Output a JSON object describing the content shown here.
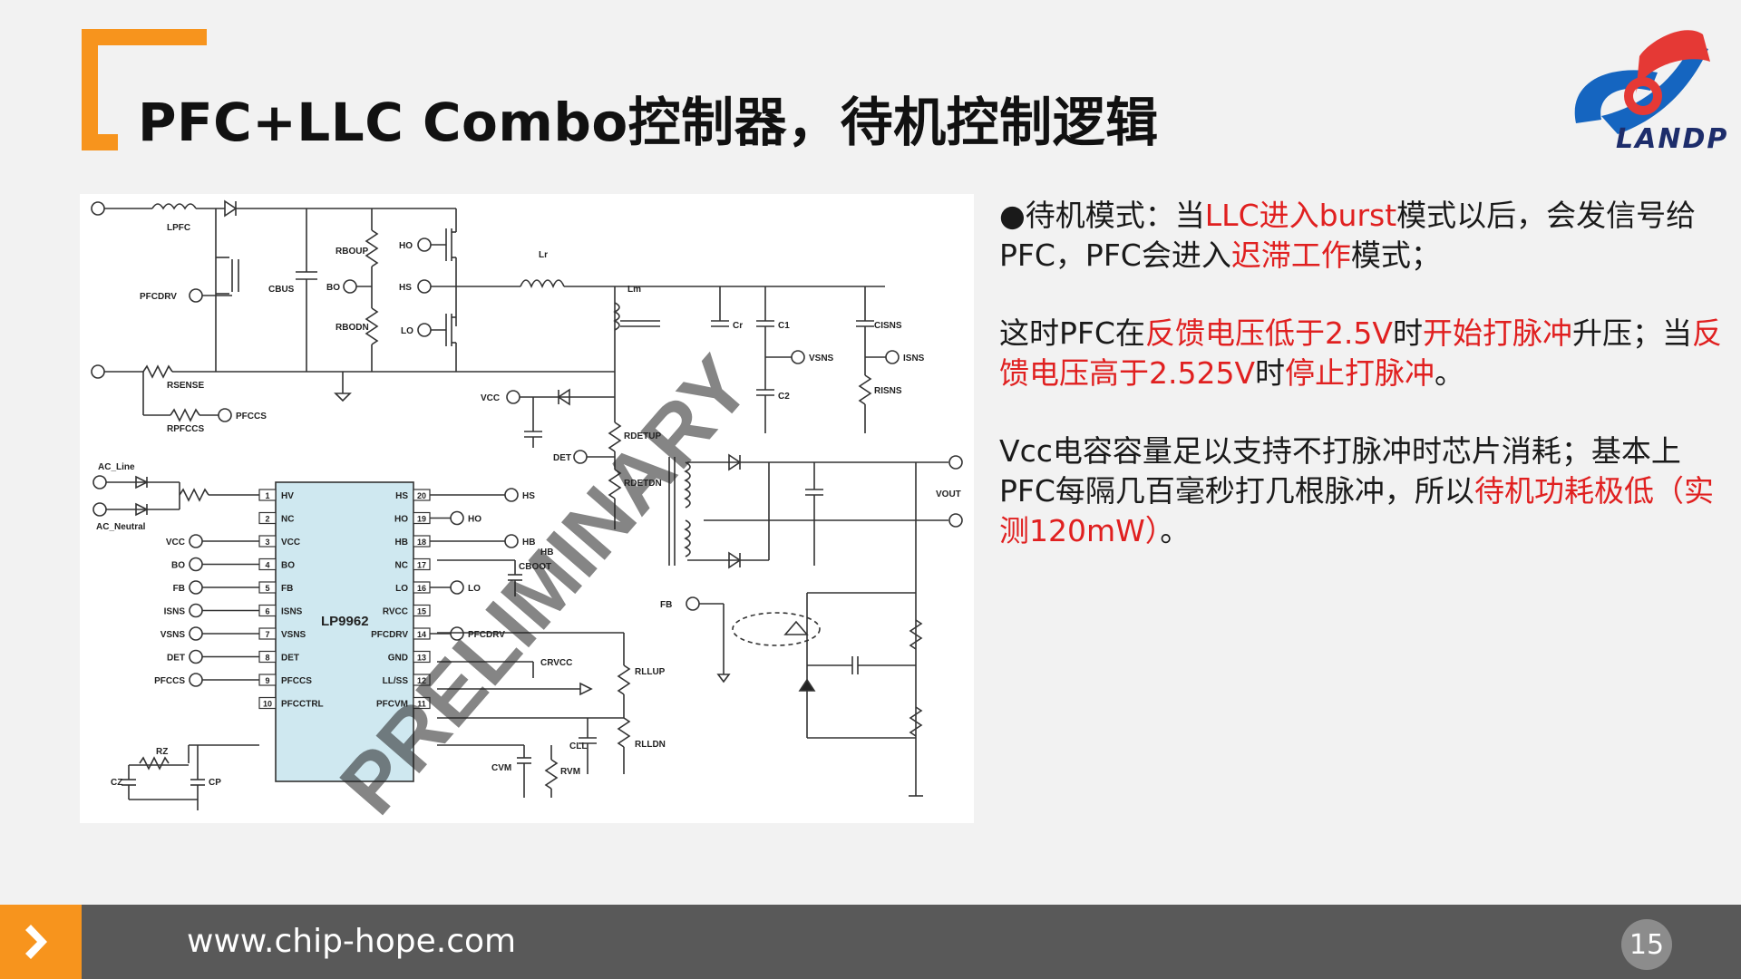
{
  "slide": {
    "title": "PFC+LLC Combo控制器，待机控制逻辑",
    "logo_text": "LANDP",
    "page_number": "15",
    "footer_url": "www.chip-hope.com",
    "colors": {
      "accent": "#f7941d",
      "highlight": "#e02020",
      "footer": "#595959",
      "logo_blue": "#1565c0",
      "logo_red": "#e53935"
    }
  },
  "paragraphs": [
    {
      "segments": [
        {
          "t": "●待机模式：当",
          "hl": false
        },
        {
          "t": "LLC进入burst",
          "hl": true
        },
        {
          "t": "模式以后，会发信号给PFC，PFC会进入",
          "hl": false
        },
        {
          "t": "迟滞工作",
          "hl": true
        },
        {
          "t": "模式；",
          "hl": false
        }
      ]
    },
    {
      "segments": [
        {
          "t": "这时PFC在",
          "hl": false
        },
        {
          "t": "反馈电压低于2.5V",
          "hl": true
        },
        {
          "t": "时",
          "hl": false
        },
        {
          "t": "开始打脉冲",
          "hl": true
        },
        {
          "t": "升压；当",
          "hl": false
        },
        {
          "t": "反馈电压高于2.525V",
          "hl": true
        },
        {
          "t": "时",
          "hl": false
        },
        {
          "t": "停止打脉冲",
          "hl": true
        },
        {
          "t": "。",
          "hl": false
        }
      ]
    },
    {
      "segments": [
        {
          "t": "Vcc电容容量足以支持不打脉冲时芯片消耗；基本上PFC每隔几百毫秒打几根脉冲，所以",
          "hl": false
        },
        {
          "t": "待机功耗极低（实测120mW）",
          "hl": true
        },
        {
          "t": "。",
          "hl": false
        }
      ]
    }
  ],
  "schematic": {
    "chip_name": "LP9962",
    "watermark": "PRELIMINARY",
    "left_pins": [
      {
        "num": "1",
        "name": "HV",
        "net": ""
      },
      {
        "num": "2",
        "name": "NC",
        "net": ""
      },
      {
        "num": "3",
        "name": "VCC",
        "net": "VCC"
      },
      {
        "num": "4",
        "name": "BO",
        "net": "BO"
      },
      {
        "num": "5",
        "name": "FB",
        "net": "FB"
      },
      {
        "num": "6",
        "name": "ISNS",
        "net": "ISNS"
      },
      {
        "num": "7",
        "name": "VSNS",
        "net": "VSNS"
      },
      {
        "num": "8",
        "name": "DET",
        "net": "DET"
      },
      {
        "num": "9",
        "name": "PFCCS",
        "net": "PFCCS"
      },
      {
        "num": "10",
        "name": "PFCCTRL",
        "net": ""
      }
    ],
    "right_pins": [
      {
        "num": "20",
        "name": "HS",
        "net": "HS"
      },
      {
        "num": "19",
        "name": "HO",
        "net": "HO"
      },
      {
        "num": "18",
        "name": "HB",
        "net": "HB"
      },
      {
        "num": "17",
        "name": "NC",
        "net": ""
      },
      {
        "num": "16",
        "name": "LO",
        "net": "LO"
      },
      {
        "num": "15",
        "name": "RVCC",
        "net": ""
      },
      {
        "num": "14",
        "name": "PFCDRV",
        "net": "PFCDRV"
      },
      {
        "num": "13",
        "name": "GND",
        "net": ""
      },
      {
        "num": "12",
        "name": "LL/SS",
        "net": ""
      },
      {
        "num": "11",
        "name": "PFCVM",
        "net": ""
      }
    ],
    "labels": {
      "lpfc": "LPFC",
      "pfcdrv": "PFCDRV",
      "cbus": "CBUS",
      "rboup": "RBOUP",
      "rbodn": "RBODN",
      "bo": "BO",
      "ho": "HO",
      "hs": "HS",
      "lo": "LO",
      "lr": "Lr",
      "lm": "Lm",
      "cr": "Cr",
      "c1": "C1",
      "c2": "C2",
      "cisns": "CISNS",
      "vsns": "VSNS",
      "isns": "ISNS",
      "risns": "RISNS",
      "rsense": "RSENSE",
      "rpfccs": "RPFCCS",
      "pfccs": "PFCCS",
      "vcc": "VCC",
      "rdetup": "RDETUP",
      "rdetdn": "RDETDN",
      "det": "DET",
      "ac_line": "AC_Line",
      "ac_neutral": "AC_Neutral",
      "vout": "VOUT",
      "fb": "FB",
      "cboot": "CBOOT",
      "hb": "HB",
      "crvcc": "CRVCC",
      "rllup": "RLLUP",
      "rlldn": "RLLDN",
      "cll": "CLL",
      "cvm": "CVM",
      "rvm": "RVM",
      "rz": "RZ",
      "cz": "CZ",
      "cp": "CP"
    }
  }
}
